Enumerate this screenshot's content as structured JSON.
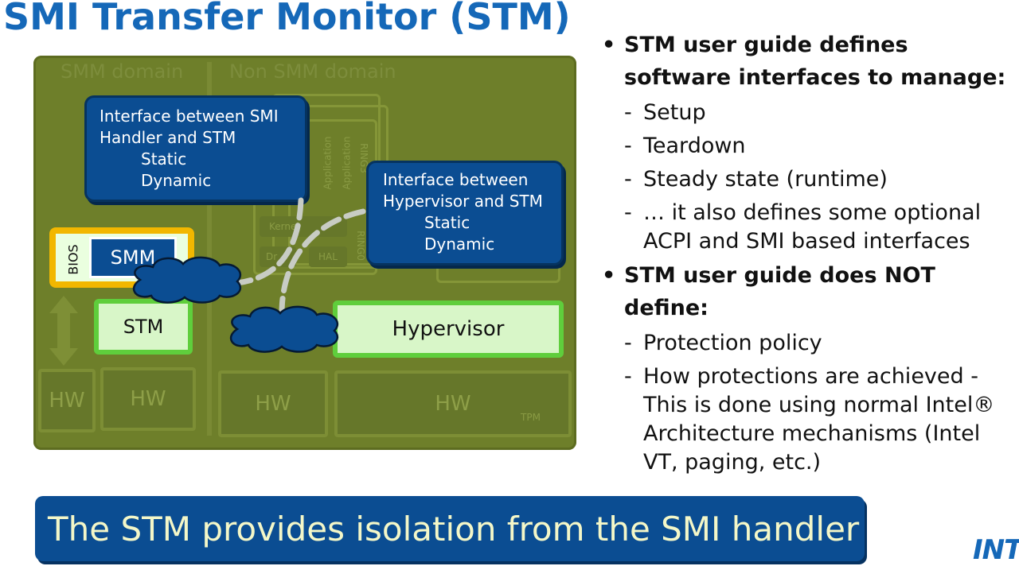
{
  "title": "SMI Transfer Monitor (STM)",
  "diagram": {
    "smm_domain_label": "SMM domain",
    "non_smm_domain_label": "Non SMM domain",
    "callout_smi": {
      "line1": "Interface between SMI",
      "line2": "Handler and STM",
      "line3": "Static",
      "line4": "Dynamic"
    },
    "callout_hypervisor": {
      "line1": "Interface between",
      "line2": "Hypervisor and STM",
      "line3": "Static",
      "line4": "Dynamic"
    },
    "bios_label": "BIOS",
    "smm_label": "SMM",
    "stm_label": "STM",
    "hypervisor_label": "Hypervisor",
    "hw_labels": [
      "HW",
      "HW",
      "HW",
      "HW"
    ],
    "tpm_label": "TPM",
    "ghost_labels": {
      "ring3": "RING3",
      "ring0": "RING0",
      "application1": "Application",
      "application2": "Application",
      "kernel": "Kernel",
      "driver": "Dr",
      "hal": "HAL"
    },
    "colors": {
      "panel": "#6e7f2a",
      "callout": "#0b4d92",
      "stm_border": "#5fce3c",
      "bios_border": "#f2b700"
    }
  },
  "bullets": [
    {
      "text": "STM user guide defines software interfaces to manage:",
      "subs": [
        "Setup",
        "Teardown",
        "Steady state (runtime)",
        "… it also defines some optional ACPI and SMI based interfaces"
      ]
    },
    {
      "text": "STM user guide does NOT define:",
      "subs": [
        "Protection policy",
        "How protections are achieved - This is done using normal Intel® Architecture mechanisms (Intel VT, paging, etc.)"
      ]
    }
  ],
  "footer": "The STM provides isolation from the SMI handler",
  "logo": "INT"
}
